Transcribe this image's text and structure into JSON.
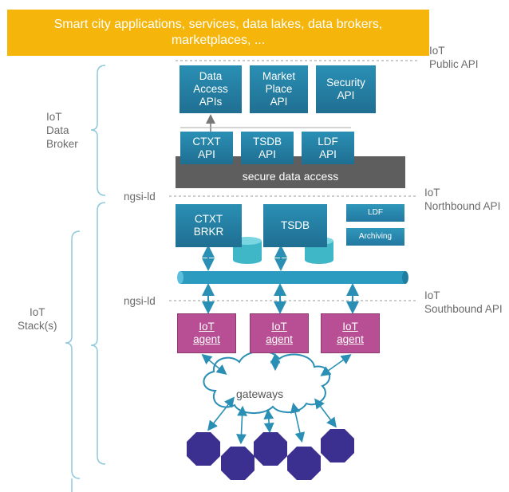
{
  "banner": {
    "text": "Smart city applications, services, data lakes, data brokers, marketplaces, ..."
  },
  "left_labels": {
    "data_broker": "IoT\nData\nBroker",
    "stack": "IoT\nStack(s)"
  },
  "api_labels": {
    "public": "IoT\nPublic API",
    "northbound": "IoT\nNorthbound API",
    "southbound": "IoT\nSouthbound API",
    "ngsi_top": "ngsi-ld",
    "ngsi_bottom": "ngsi-ld"
  },
  "top_boxes": [
    "Data\nAccess\nAPIs",
    "Market\nPlace\nAPI",
    "Security\nAPI"
  ],
  "api_boxes": [
    "CTXT\nAPI",
    "TSDB\nAPI",
    "LDF\nAPI"
  ],
  "secure_bar": "secure data access",
  "stack_boxes": {
    "ctxt": "CTXT\nBRKR",
    "tsdb": "TSDB",
    "ldf": "LDF",
    "archiving": "Archiving"
  },
  "agents": [
    "IoT\nagent",
    "IoT\nagent",
    "IoT\nagent"
  ],
  "gateways": "gateways",
  "colors": {
    "banner": "#f6b50a",
    "teal": "#2a8fb4",
    "agent": "#b84e93",
    "device": "#3b2f8f",
    "secure": "#5e5e5e"
  }
}
